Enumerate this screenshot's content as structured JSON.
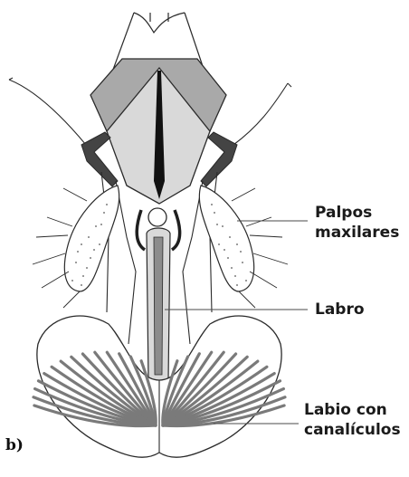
{
  "panel_letter": "b)",
  "labels": {
    "palpos_line1": "Palpos",
    "palpos_line2": "maxilares",
    "labro": "Labro",
    "labio_line1": "Labio con",
    "labio_line2": "canalículos"
  },
  "colors": {
    "outline": "#2a2a2a",
    "dark_gray": "#8c8c8c",
    "mid_gray": "#a9a9a9",
    "light_gray": "#d9d9d9",
    "black": "#111111",
    "white": "#ffffff"
  }
}
